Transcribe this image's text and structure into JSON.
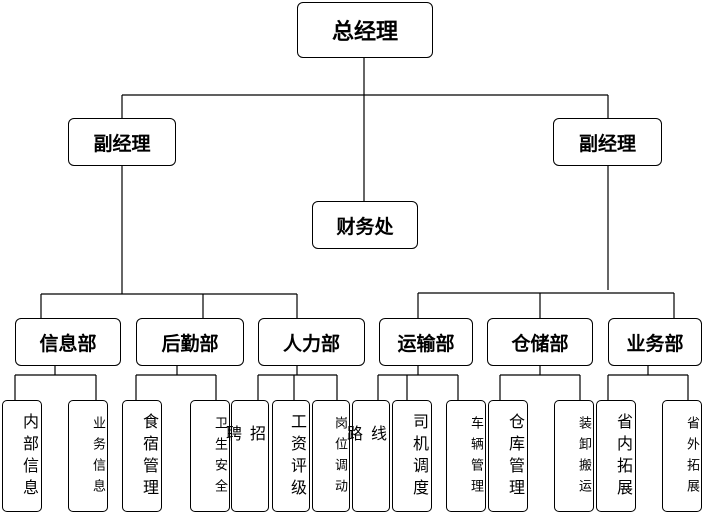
{
  "title": "总经理",
  "deputies": [
    "副经理",
    "副经理"
  ],
  "finance": "财务处",
  "departments": [
    {
      "name": "信息部",
      "units": [
        "内部信息",
        "业务信息"
      ]
    },
    {
      "name": "后勤部",
      "units": [
        "食宿管理",
        "卫生安全"
      ]
    },
    {
      "name": "人力部",
      "units": [
        "招聘",
        "工资评级",
        "岗位调动"
      ]
    },
    {
      "name": "运输部",
      "units": [
        "线路",
        "司机调度",
        "车辆管理"
      ]
    },
    {
      "name": "仓储部",
      "units": [
        "仓库管理",
        "装卸搬运"
      ]
    },
    {
      "name": "业务部",
      "units": [
        "省内拓展",
        "省外拓展"
      ]
    }
  ]
}
